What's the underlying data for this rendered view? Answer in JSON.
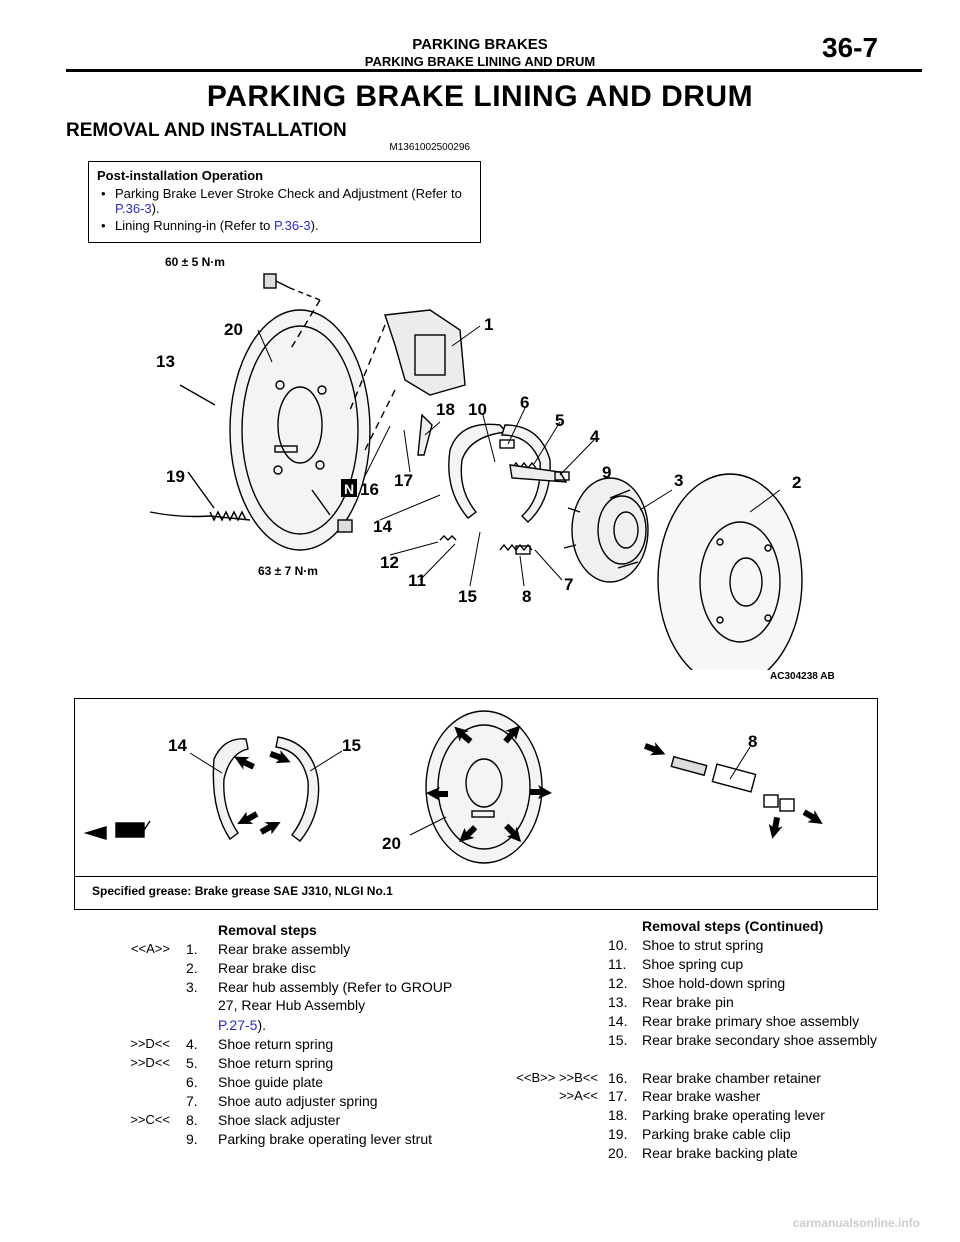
{
  "header": {
    "section": "PARKING BRAKES",
    "subsection": "PARKING BRAKE LINING AND DRUM",
    "page": "36-7"
  },
  "title": "PARKING BRAKE LINING AND DRUM",
  "section_title": "REMOVAL AND INSTALLATION",
  "doc_code": "M1361002500296",
  "post_install": {
    "title": "Post-installation Operation",
    "items": [
      {
        "text": "Parking Brake Lever Stroke Check and Adjustment (Refer to ",
        "ref": "P.36-3",
        "tail": ")."
      },
      {
        "text": "Lining Running-in (Refer to ",
        "ref": "P.36-3",
        "tail": ")."
      }
    ]
  },
  "figure1": {
    "torque_top": "60 ± 5 N·m",
    "torque_bottom": "63 ± 7 N·m",
    "n_mark": "N",
    "code": "AC304238 AB",
    "labels": {
      "l1": "1",
      "l2": "2",
      "l3": "3",
      "l4": "4",
      "l5": "5",
      "l6": "6",
      "l7": "7",
      "l8": "8",
      "l9": "9",
      "l10": "10",
      "l11": "11",
      "l12": "12",
      "l13": "13",
      "l14": "14",
      "l15": "15",
      "l16": "16",
      "l17": "17",
      "l18": "18",
      "l19": "19",
      "l20": "20"
    }
  },
  "grease": {
    "text": "Specified grease: Brake grease SAE J310, NLGI No.1",
    "labels": {
      "l14": "14",
      "l15": "15",
      "l20": "20",
      "l8": "8"
    }
  },
  "steps_left": {
    "heading": "Removal steps",
    "items": [
      {
        "tag": "<<A>>",
        "num": "1.",
        "text": "Rear brake assembly"
      },
      {
        "tag": "",
        "num": "2.",
        "text": "Rear brake disc"
      },
      {
        "tag": "",
        "num": "3.",
        "text": "Rear hub assembly (Refer to GROUP 27, Rear Hub Assembly",
        "ref": "P.27-5",
        "tail": ")."
      },
      {
        "tag": ">>D<<",
        "num": "4.",
        "text": "Shoe return spring"
      },
      {
        "tag": ">>D<<",
        "num": "5.",
        "text": "Shoe return spring"
      },
      {
        "tag": "",
        "num": "6.",
        "text": "Shoe guide plate"
      },
      {
        "tag": "",
        "num": "7.",
        "text": "Shoe auto adjuster spring"
      },
      {
        "tag": ">>C<<",
        "num": "8.",
        "text": "Shoe slack adjuster"
      },
      {
        "tag": "",
        "num": "9.",
        "text": "Parking brake operating lever strut"
      }
    ]
  },
  "steps_right": {
    "heading": "Removal steps (Continued)",
    "items": [
      {
        "tag": "",
        "num": "10.",
        "text": "Shoe to strut spring"
      },
      {
        "tag": "",
        "num": "11.",
        "text": "Shoe spring cup"
      },
      {
        "tag": "",
        "num": "12.",
        "text": "Shoe hold-down spring"
      },
      {
        "tag": "",
        "num": "13.",
        "text": "Rear brake pin"
      },
      {
        "tag": "",
        "num": "14.",
        "text": "Rear brake primary shoe assembly"
      },
      {
        "tag": "",
        "num": "15.",
        "text": "Rear brake secondary shoe assembly"
      },
      {
        "tag": "<<B>>   >>B<<",
        "num": "16.",
        "text": "Rear brake chamber retainer"
      },
      {
        "tag": ">>A<<",
        "num": "17.",
        "text": "Rear brake washer"
      },
      {
        "tag": "",
        "num": "18.",
        "text": "Parking brake operating lever"
      },
      {
        "tag": "",
        "num": "19.",
        "text": "Parking brake cable clip"
      },
      {
        "tag": "",
        "num": "20.",
        "text": "Rear brake backing plate"
      }
    ]
  },
  "footer": "carmanualsonline.info"
}
